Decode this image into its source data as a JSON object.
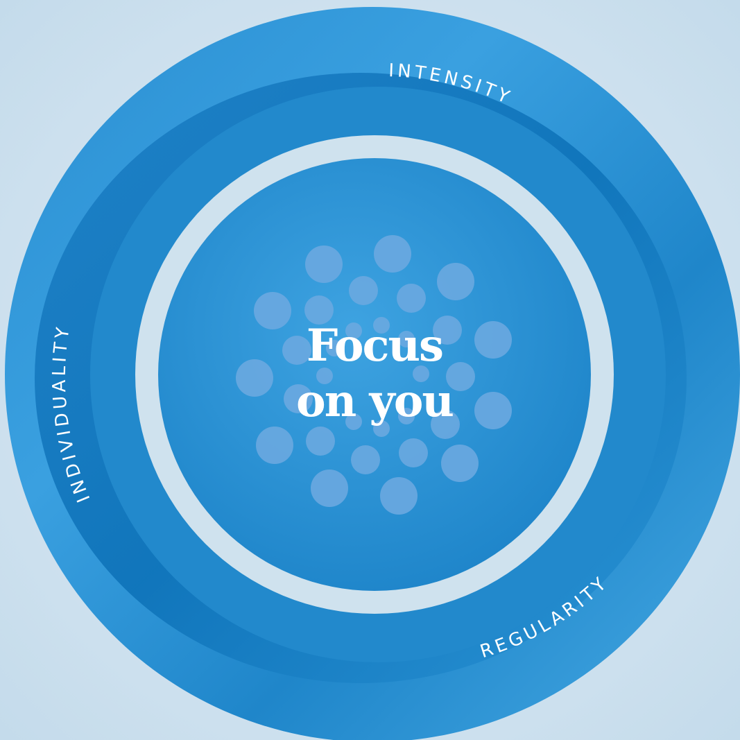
{
  "diagram": {
    "center_title_line1": "Focus",
    "center_title_line2": "on you",
    "labels": {
      "intensity": "INTENSITY",
      "individuality": "INDIVIDUALITY",
      "regularity": "REGULARITY"
    }
  },
  "colors": {
    "background": "#d8e7f1",
    "ring_blue": "#2c97d6",
    "ring_deep": "#0d73b8",
    "gap": "#cfe2ee",
    "dots": "#6aa8e0",
    "text": "#ffffff"
  }
}
